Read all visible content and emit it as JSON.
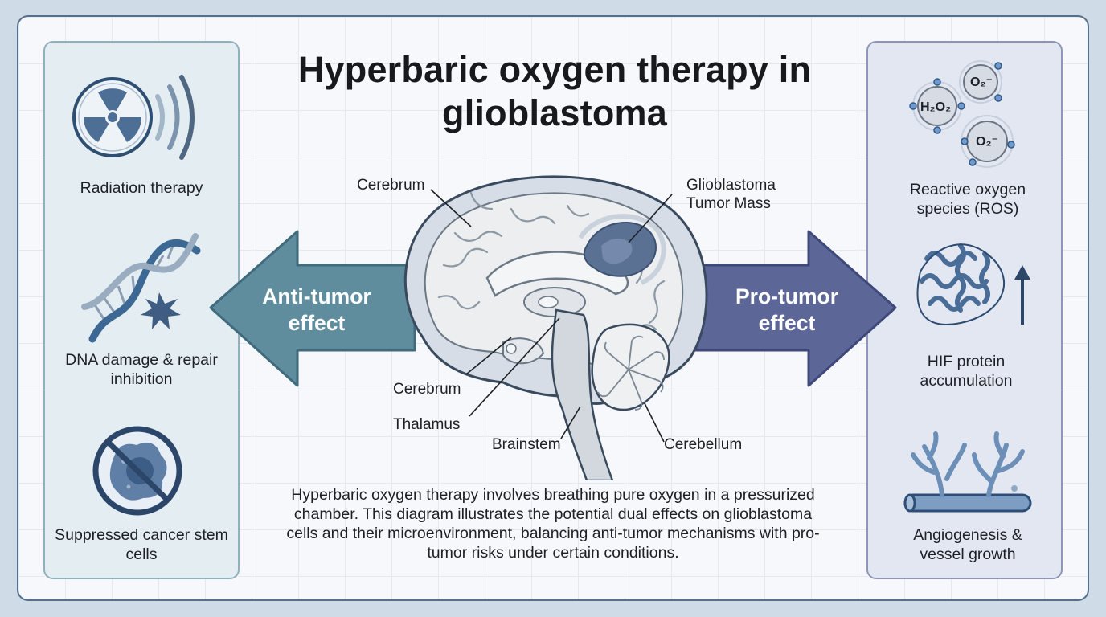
{
  "title": "Hyperbaric oxygen therapy in glioblastoma",
  "left_panel": {
    "items": [
      {
        "label": "Radiation therapy",
        "icon": "radiation-icon"
      },
      {
        "label": "DNA damage & repair inhibition",
        "icon": "dna-damage-icon"
      },
      {
        "label": "Suppressed cancer stem cells",
        "icon": "suppressed-cell-icon"
      }
    ]
  },
  "right_panel": {
    "items": [
      {
        "label": "Reactive oxygen species (ROS)",
        "icon": "ros-molecules-icon"
      },
      {
        "label": "HIF protein accumulation",
        "icon": "protein-up-arrow-icon"
      },
      {
        "label": "Angiogenesis & vessel growth",
        "icon": "blood-vessel-icon"
      }
    ]
  },
  "ros_formulas": {
    "h2o2": "H₂O₂",
    "o2": "O₂⁻"
  },
  "arrows": {
    "anti": "Anti-tumor effect",
    "pro": "Pro-tumor effect"
  },
  "brain_labels": {
    "cerebrum_top": "Cerebrum",
    "tumor": "Glioblastoma Tumor Mass",
    "cerebrum_low": "Cerebrum",
    "thalamus": "Thalamus",
    "brainstem": "Brainstem",
    "cerebellum": "Cerebellum"
  },
  "caption": "Hyperbaric oxygen therapy involves breathing pure oxygen in a pressurized chamber. This diagram illustrates the potential dual effects on glioblastoma cells and their microenvironment, balancing anti-tumor mechanisms with pro-tumor risks under certain conditions.",
  "colors": {
    "anti_arrow": "#5f8d9e",
    "pro_arrow": "#5c6798",
    "icon_blue": "#3f6a93",
    "tumor": "#5b7194"
  }
}
